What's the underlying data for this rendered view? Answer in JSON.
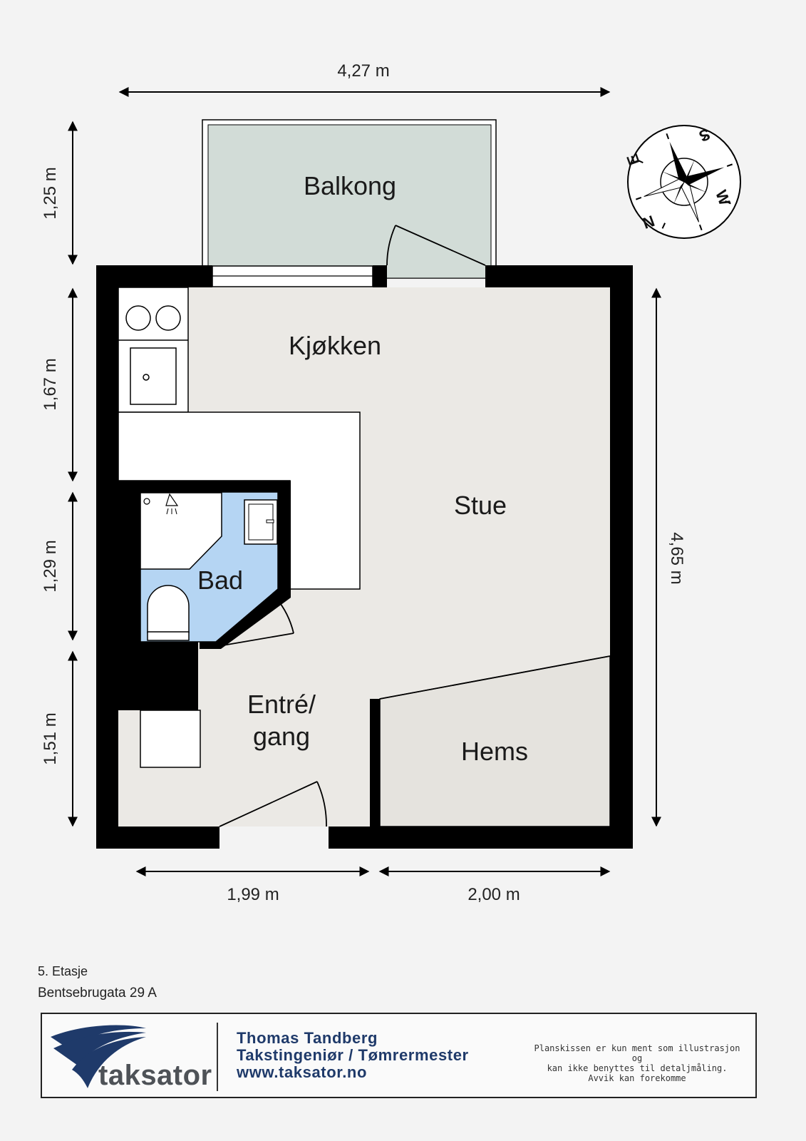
{
  "rooms": {
    "balkong": "Balkong",
    "kjokken": "Kjøkken",
    "stue": "Stue",
    "bad": "Bad",
    "entre_line1": "Entré/",
    "entre_line2": "gang",
    "hems": "Hems"
  },
  "dimensions": {
    "top_width": "4,27 m",
    "left_balcony": "1,25 m",
    "left_kitchen": "1,67 m",
    "left_bath": "1,29 m",
    "left_entry": "1,51 m",
    "right_height": "4,65 m",
    "bottom_left": "1,99 m",
    "bottom_right": "2,00 m"
  },
  "compass": {
    "north": "N",
    "east": "E",
    "south": "S",
    "west": "W"
  },
  "info": {
    "floor": "5. Etasje",
    "address": "Bentsebrugata 29 A"
  },
  "footer": {
    "logo_text": "taksator",
    "contact_name": "Thomas Tandberg",
    "contact_title": "Takstingeniør / Tømrermester",
    "contact_web": "www.taksator.no",
    "disclaimer_1": "Planskissen er kun ment som illustrasjon og",
    "disclaimer_2": "kan ikke benyttes til detaljmåling.",
    "disclaimer_3": "Avvik kan forekomme"
  },
  "colors": {
    "wall": "#000000",
    "floor": "#ebe9e5",
    "balcony": "#d2dcd7",
    "bathroom": "#b5d5f3",
    "brand_blue": "#1f3a6a"
  }
}
